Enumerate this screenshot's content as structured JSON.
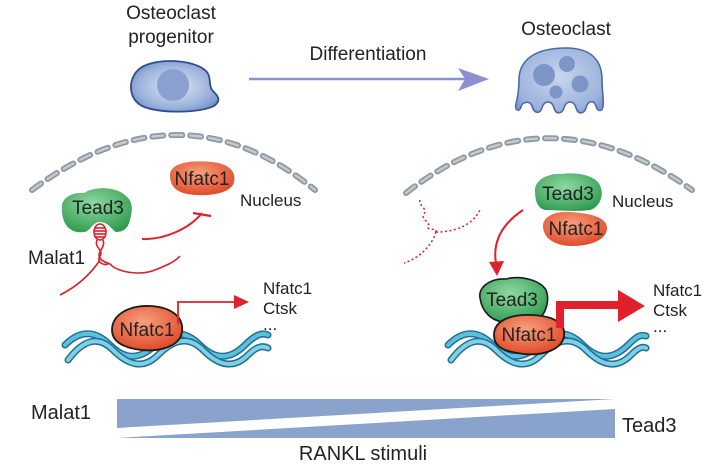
{
  "title": "Malat1-Tead3-Nfatc1 regulation during osteoclast differentiation",
  "top": {
    "progenitor_label_line1": "Osteoclast",
    "progenitor_label_line2": "progenitor",
    "arrow_label": "Differentiation",
    "osteoclast_label": "Osteoclast"
  },
  "left_panel": {
    "nucleus_label": "Nucleus",
    "tead3_label": "Tead3",
    "malat1_label": "Malat1",
    "nfatc1_free_label": "Nfatc1",
    "nfatc1_dna_label": "Nfatc1",
    "targets": [
      "Nfatc1",
      "Ctsk",
      "..."
    ]
  },
  "right_panel": {
    "nucleus_label": "Nucleus",
    "tead3_label": "Tead3",
    "nfatc1_label": "Nfatc1",
    "tead3_dna_label": "Tead3",
    "nfatc1_dna_label": "Nfatc1",
    "targets": [
      "Nfatc1",
      "Ctsk",
      "..."
    ]
  },
  "gradient": {
    "left_label": "Malat1",
    "right_label": "Tead3",
    "axis_label": "RANKL stimuli"
  },
  "colors": {
    "cell_blue": "#8fa6d4",
    "cell_outline": "#2f4f8a",
    "arrow_purple": "#8c8fd0",
    "nucleus_dash": "#9aa3aa",
    "tead3_green": "#3fae5f",
    "nfatc1_red": "#e5502c",
    "rna_red": "#d8202a",
    "dna_teal": "#3a9ab8",
    "wedge_blue": "#8aa3cd"
  }
}
